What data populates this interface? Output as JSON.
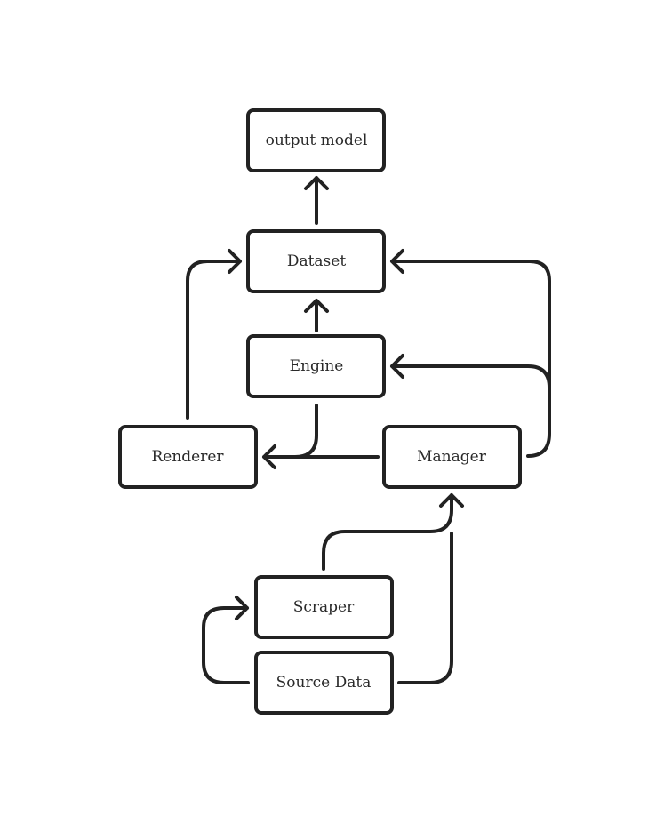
{
  "diagram": {
    "nodes": {
      "output_model": {
        "label": "output model"
      },
      "dataset": {
        "label": "Dataset"
      },
      "engine": {
        "label": "Engine"
      },
      "renderer": {
        "label": "Renderer"
      },
      "manager": {
        "label": "Manager"
      },
      "scraper": {
        "label": "Scraper"
      },
      "source_data": {
        "label": "Source Data"
      }
    },
    "edges": [
      {
        "from": "dataset",
        "to": "output_model"
      },
      {
        "from": "engine",
        "to": "dataset"
      },
      {
        "from": "renderer",
        "to": "dataset"
      },
      {
        "from": "manager",
        "to": "dataset"
      },
      {
        "from": "manager",
        "to": "engine"
      },
      {
        "from": "engine",
        "to": "renderer"
      },
      {
        "from": "manager",
        "to": "renderer"
      },
      {
        "from": "scraper",
        "to": "manager"
      },
      {
        "from": "source_data",
        "to": "manager"
      },
      {
        "from": "source_data",
        "to": "scraper"
      }
    ],
    "colors": {
      "stroke": "#222222",
      "fill": "#ffffff",
      "text": "#2a2a2a"
    }
  }
}
